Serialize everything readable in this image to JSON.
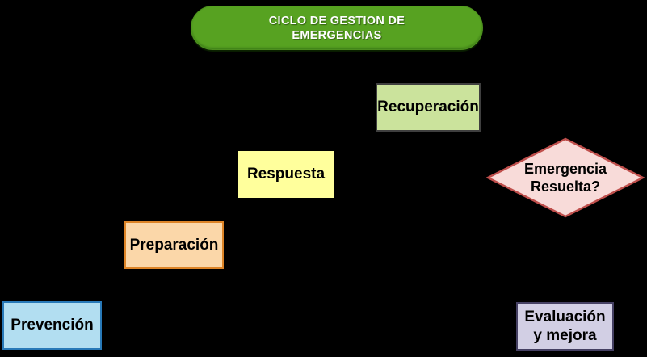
{
  "diagram": {
    "background_color": "#000000",
    "nodes": {
      "title": {
        "lines": [
          "CICLO DE GESTION DE",
          "EMERGENCIAS"
        ],
        "shape": "rounded-pill",
        "fill": "#57A221",
        "text_color": "#FFFFFF"
      },
      "recuperacion": {
        "label": "Recuperación",
        "shape": "rectangle",
        "fill": "#CBE39C",
        "border": "#3F3F3F"
      },
      "respuesta": {
        "label": "Respuesta",
        "shape": "rectangle",
        "fill": "#FFFF9C",
        "border": "#000000"
      },
      "emergencia_resuelta": {
        "lines": [
          "Emergencia",
          "Resuelta?"
        ],
        "shape": "diamond",
        "fill": "#F8DBD9",
        "border": "#BF4F4C"
      },
      "preparacion": {
        "label": "Preparación",
        "shape": "rectangle",
        "fill": "#FBD7A9",
        "border": "#DD8427"
      },
      "prevencion": {
        "label": "Prevención",
        "shape": "rectangle",
        "fill": "#B2DEF1",
        "border": "#2879B8"
      },
      "evaluacion": {
        "lines": [
          "Evaluación",
          "y mejora"
        ],
        "shape": "rectangle",
        "fill": "#D2CFE4",
        "border": "#454063"
      }
    }
  }
}
